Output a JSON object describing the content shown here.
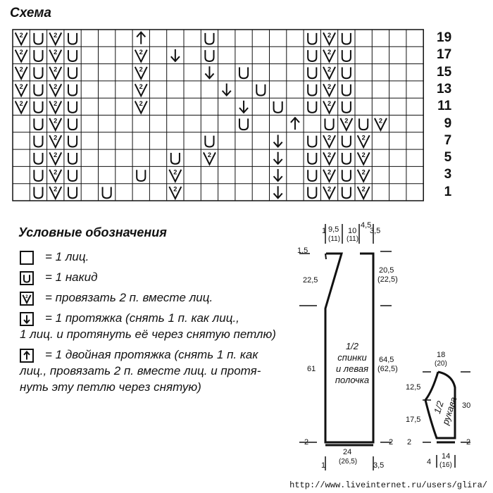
{
  "title": "Схема",
  "chart": {
    "cols": 24,
    "row_numbers": [
      "19",
      "17",
      "15",
      "13",
      "11",
      "9",
      "7",
      "5",
      "3",
      "1"
    ],
    "rows": [
      "KUKU...D...U.....UKU.",
      "KUKU...K.L.U.....UKU.",
      "KUKU...K...L.U...UKU.",
      "KUKU...K....L.U..UKU.",
      "KUKU...K.....L.U.UKU.",
      ".UKU.........U..D.UKUK",
      ".UKU.......U...L.UKUK",
      ".UKU.....U.K...L.UKUK",
      ".UKU...U.K.....L.UKUK",
      ".UKU.U...K.....L.UKUK"
    ]
  },
  "legend": {
    "title": "Условные обозначения",
    "items": [
      {
        "symbol": "knit",
        "lines": [
          "= 1 лиц."
        ]
      },
      {
        "symbol": "yarn-over",
        "lines": [
          "= 1 накид"
        ]
      },
      {
        "symbol": "k2tog",
        "lines": [
          "= провязать 2 п. вместе лиц."
        ]
      },
      {
        "symbol": "skp",
        "lines": [
          "= 1 протяжка (снять 1 п. как лиц.,",
          "1 лиц. и протянуть её через снятую петлю)"
        ]
      },
      {
        "symbol": "double-skp",
        "lines": [
          "= 1 двойная протяжка (снять 1 п. как",
          "лиц., провязать 2 п. вместе лиц. и протя-",
          "нуть эту петлю через снятую)"
        ]
      }
    ]
  },
  "schematic_back": {
    "label_lines": [
      "1/2",
      "спинки",
      "и левая",
      "полочка"
    ],
    "dims": {
      "top_1": "1",
      "top_a": "9,5",
      "top_a_alt": "(11)",
      "top_b": "10",
      "top_b_alt": "(11)",
      "top_c": "4,5",
      "top_d": "3,5",
      "neck_drop": "1,5",
      "raglan": "22,5",
      "armhole_side": "20,5",
      "armhole_side_alt": "(22,5)",
      "side": "61",
      "length": "64,5",
      "length_alt": "(62,5)",
      "hem_left": "2",
      "hem_right": "2",
      "bottom_width": "24",
      "bottom_width_alt": "(26,5)",
      "bottom_1": "1",
      "bottom_35": "3,5"
    }
  },
  "schematic_sleeve": {
    "label_lines": [
      "1/2",
      "рукава"
    ],
    "dims": {
      "top": "18",
      "top_alt": "(20)",
      "cap": "12,5",
      "lower": "17,5",
      "length": "30",
      "hem_left": "2",
      "hem_right": "2",
      "bottom_4": "4",
      "bottom_width": "14",
      "bottom_width_alt": "(16)"
    }
  },
  "footer": "http://www.liveinternet.ru/users/glira/"
}
